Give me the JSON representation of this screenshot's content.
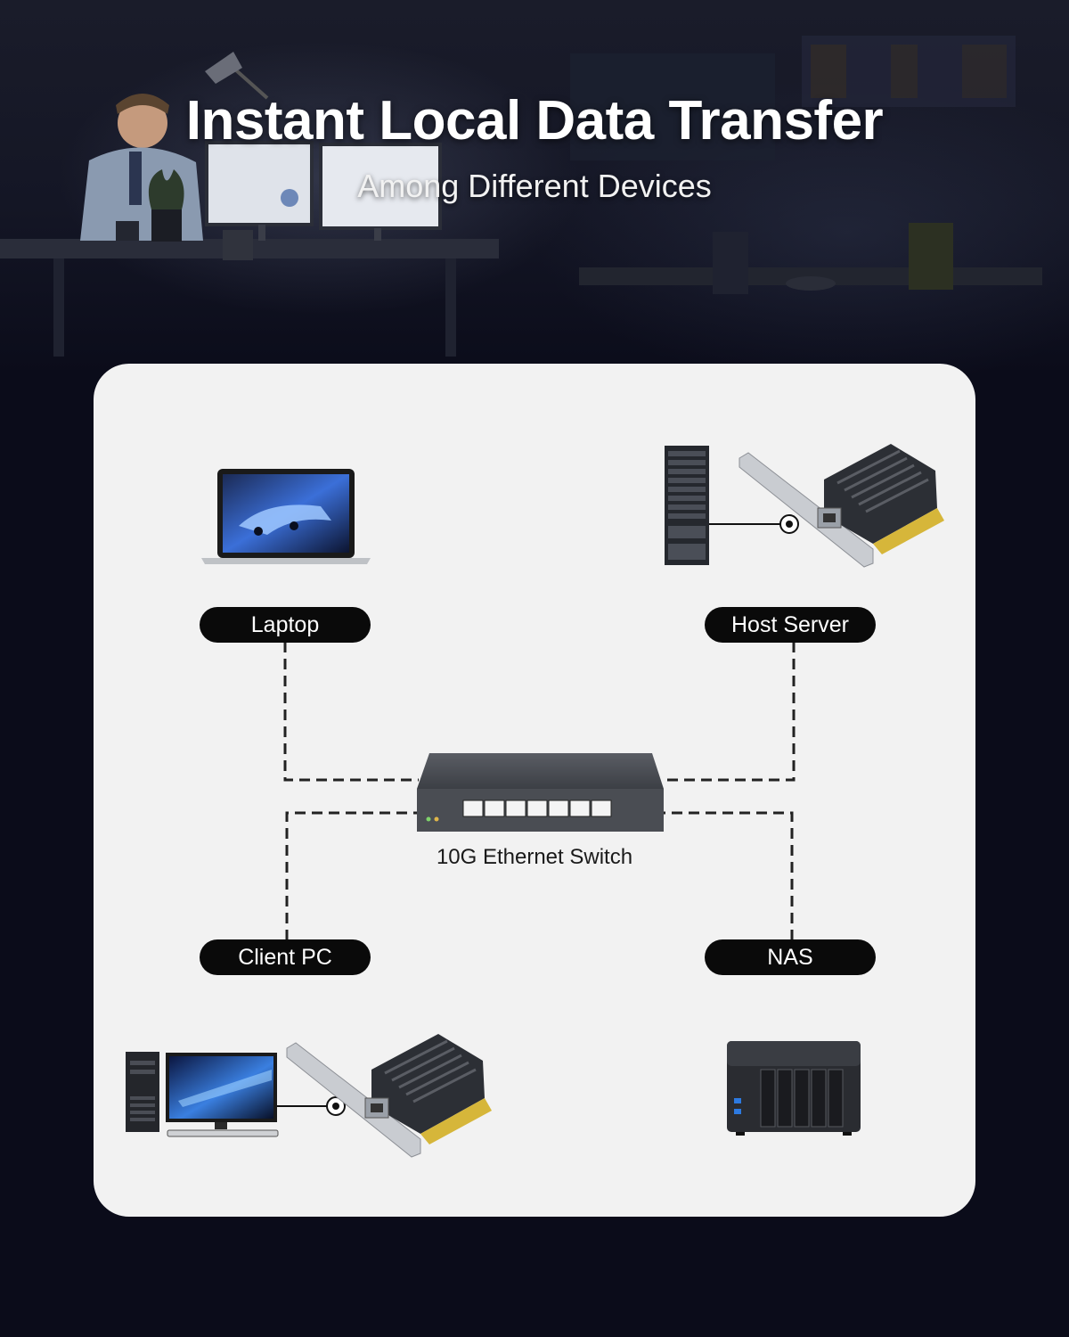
{
  "headline": "Instant Local Data Transfer",
  "subheadline": "Among Different Devices",
  "devices": {
    "laptop": "Laptop",
    "host_server": "Host Server",
    "client_pc": "Client PC",
    "nas": "NAS"
  },
  "switch_label": "10G Ethernet Switch",
  "colors": {
    "background": "#0b0c1a",
    "card": "#f2f2f2",
    "label_pill": "#0a0a0a",
    "connection_line": "#222222"
  }
}
